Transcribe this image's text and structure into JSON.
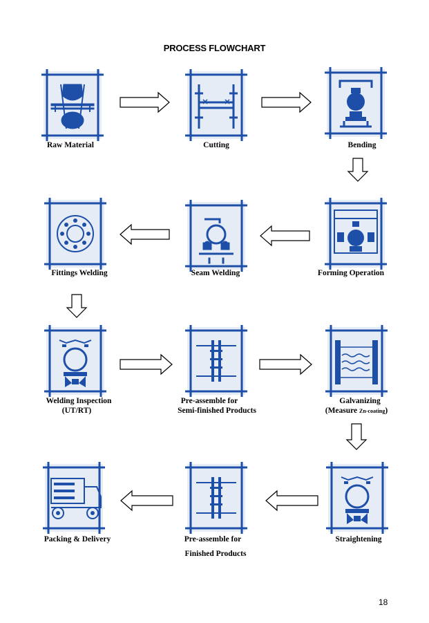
{
  "title": "PROCESS FLOWCHART",
  "page_number": "18",
  "steps": {
    "raw_material": {
      "label": "Raw Material"
    },
    "cutting": {
      "label": "Cutting"
    },
    "bending": {
      "label": "Bending"
    },
    "forming_operation": {
      "label": "Forming Operation"
    },
    "seam_welding": {
      "label": "Seam Welding"
    },
    "fittings_welding": {
      "label": "Fittings Welding"
    },
    "welding_inspection": {
      "label_line1": "Welding Inspection",
      "label_line2": "(UT/RT)"
    },
    "preassemble_semi": {
      "label_line1": "Pre-assemble for",
      "label_line2": "Semi-finished Products"
    },
    "galvanizing": {
      "label_line1": "Galvanizing",
      "label_line2_main": "(Measure ",
      "label_line2_small": "Zn-coating",
      "label_line2_end": ")"
    },
    "straightening": {
      "label": "Straightening"
    },
    "preassemble_finished": {
      "label_line1": "Pre-assemble for",
      "label_line2": "Finished Products"
    },
    "packing_delivery": {
      "label": "Packing & Delivery"
    }
  },
  "colors": {
    "icon_blue": "#1e4fa8",
    "icon_bg": "#e6ecf5",
    "arrow_stroke": "#000000"
  }
}
